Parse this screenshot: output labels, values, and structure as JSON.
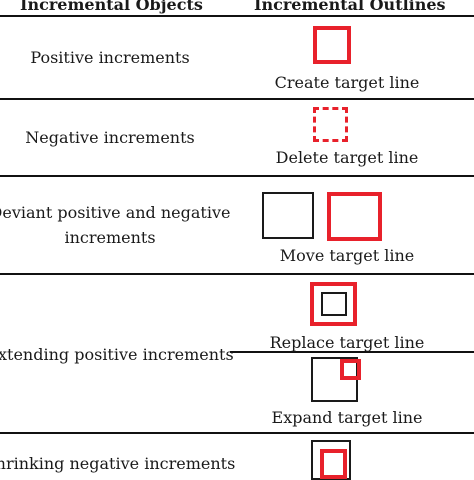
{
  "headers": {
    "objects": "Incremental Objects",
    "outlines": "Incremental Outlines"
  },
  "rows": {
    "r1": {
      "object": "Positive increments",
      "outline": "Create target line"
    },
    "r2": {
      "object": "Negative increments",
      "outline": "Delete target line"
    },
    "r3": {
      "object_line1": "Deviant positive and negative",
      "object_line2": "increments",
      "outline": "Move target line"
    },
    "r4": {
      "object": "Extending positive increments",
      "outline_a": "Replace target line",
      "outline_b": "Expand target line"
    },
    "r5": {
      "object": "Shrinking negative increments"
    }
  },
  "colors": {
    "accent": "#e8212b",
    "line": "#111111"
  }
}
